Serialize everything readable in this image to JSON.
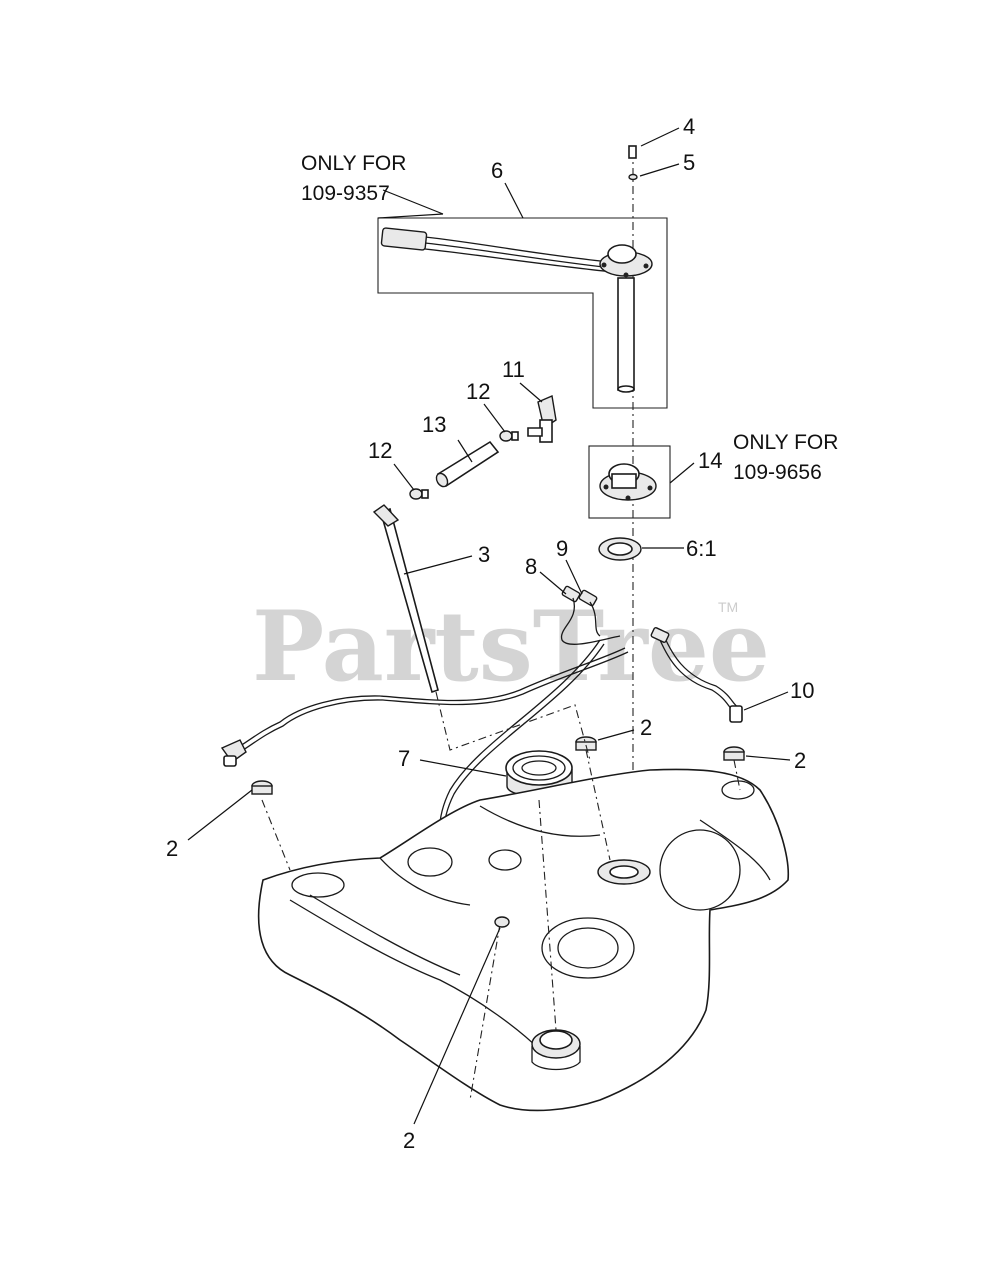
{
  "watermark": {
    "text": "PartsTree",
    "tm": "TM"
  },
  "notes": [
    {
      "id": "note-109-9357",
      "lines": [
        "ONLY FOR",
        "109-9357"
      ]
    },
    {
      "id": "note-109-9656",
      "lines": [
        "ONLY FOR",
        "109-9656"
      ]
    }
  ],
  "callouts": {
    "c4": "4",
    "c5": "5",
    "c6": "6",
    "c11": "11",
    "c12a": "12",
    "c12b": "12",
    "c13": "13",
    "c14": "14",
    "c3": "3",
    "c8": "8",
    "c9": "9",
    "c6_1": "6:1",
    "c10": "10",
    "c2a": "2",
    "c2b": "2",
    "c2c": "2",
    "c2d": "2",
    "c7": "7"
  }
}
